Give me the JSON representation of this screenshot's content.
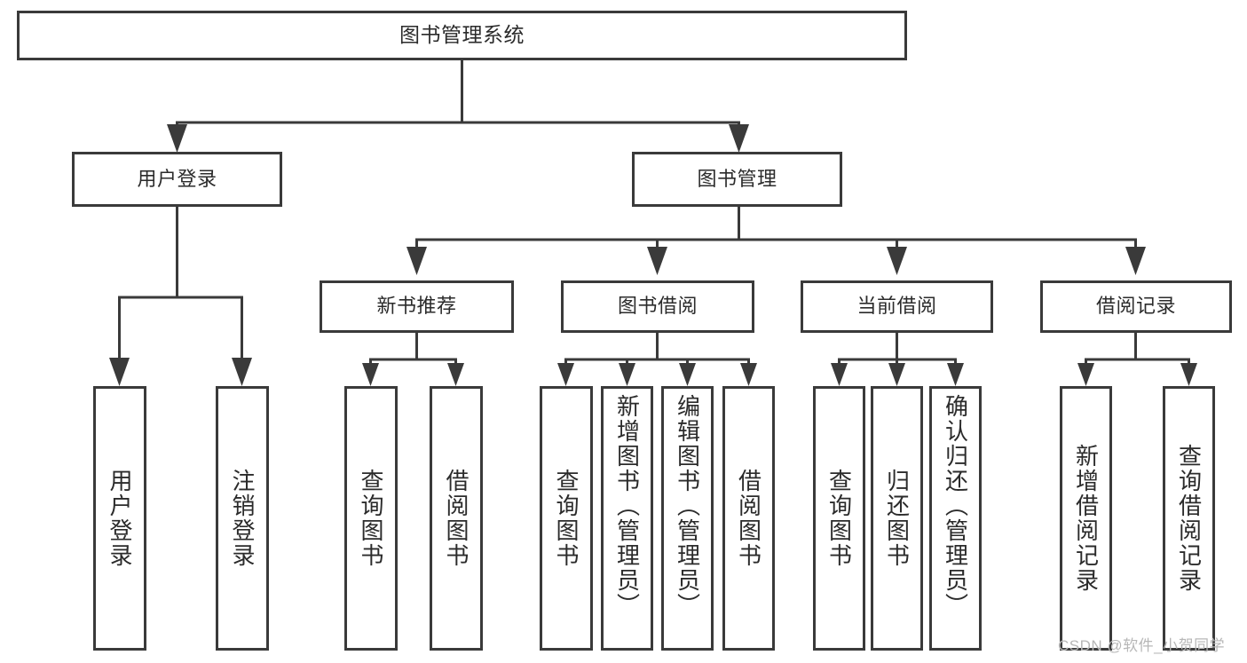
{
  "diagram": {
    "title": "图书管理系统",
    "type": "hierarchy-tree",
    "nodes": {
      "root": {
        "label": "图书管理系统",
        "level": 0
      },
      "l1": [
        {
          "id": "user-login",
          "label": "用户登录"
        },
        {
          "id": "book-manage",
          "label": "图书管理"
        }
      ],
      "l2": [
        {
          "id": "new-book-rec",
          "label": "新书推荐",
          "parent": "book-manage"
        },
        {
          "id": "book-borrow",
          "label": "图书借阅",
          "parent": "book-manage"
        },
        {
          "id": "current-borrow",
          "label": "当前借阅",
          "parent": "book-manage"
        },
        {
          "id": "borrow-record",
          "label": "借阅记录",
          "parent": "book-manage"
        }
      ],
      "leaves": [
        {
          "id": "leaf-user-login",
          "label": "用户登录",
          "parent": "user-login"
        },
        {
          "id": "leaf-logout",
          "label": "注销登录",
          "parent": "user-login"
        },
        {
          "id": "leaf-query-book-1",
          "label": "查询图书",
          "parent": "new-book-rec"
        },
        {
          "id": "leaf-borrow-book-1",
          "label": "借阅图书",
          "parent": "new-book-rec"
        },
        {
          "id": "leaf-query-book-2",
          "label": "查询图书",
          "parent": "book-borrow"
        },
        {
          "id": "leaf-add-book",
          "label": "新增图书（管理员）",
          "parent": "book-borrow"
        },
        {
          "id": "leaf-edit-book",
          "label": "编辑图书（管理员）",
          "parent": "book-borrow"
        },
        {
          "id": "leaf-borrow-book-2",
          "label": "借阅图书",
          "parent": "book-borrow"
        },
        {
          "id": "leaf-query-book-3",
          "label": "查询图书",
          "parent": "current-borrow"
        },
        {
          "id": "leaf-return-book",
          "label": "归还图书",
          "parent": "current-borrow"
        },
        {
          "id": "leaf-confirm-return",
          "label": "确认归还（管理员）",
          "parent": "current-borrow"
        },
        {
          "id": "leaf-add-record",
          "label": "新增借阅记录",
          "parent": "borrow-record"
        },
        {
          "id": "leaf-query-record",
          "label": "查询借阅记录",
          "parent": "borrow-record"
        }
      ]
    },
    "colors": {
      "stroke": "#3a3a3a",
      "background": "#ffffff",
      "text": "#2b2b2b",
      "watermark": "#b7b7b7"
    }
  },
  "watermark": {
    "text": "CSDN @软件_小贺同学"
  }
}
